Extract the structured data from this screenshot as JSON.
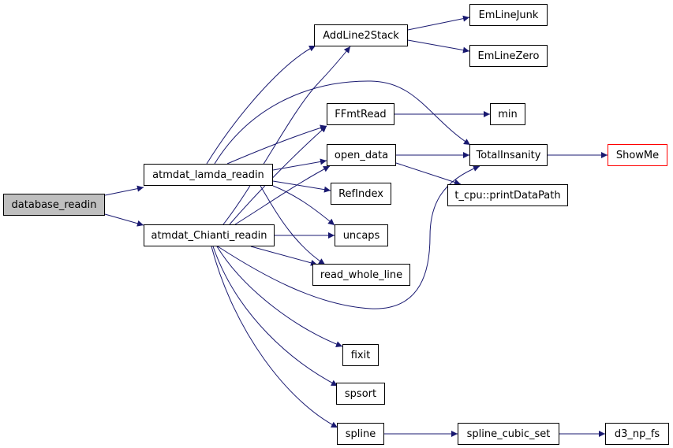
{
  "colors": {
    "edge": "#191970",
    "box_border": "#000000",
    "root_fill": "#bfbfbf",
    "highlight_border": "#ff0000"
  },
  "nodes": {
    "database_readin": "database_readin",
    "atmdat_lamda_readin": "atmdat_lamda_readin",
    "atmdat_Chianti_readin": "atmdat_Chianti_readin",
    "AddLine2Stack": "AddLine2Stack",
    "EmLineJunk": "EmLineJunk",
    "EmLineZero": "EmLineZero",
    "FFmtRead": "FFmtRead",
    "min": "min",
    "open_data": "open_data",
    "TotalInsanity": "TotalInsanity",
    "ShowMe": "ShowMe",
    "t_cpu_printDataPath": "t_cpu::printDataPath",
    "RefIndex": "RefIndex",
    "uncaps": "uncaps",
    "read_whole_line": "read_whole_line",
    "fixit": "fixit",
    "spsort": "spsort",
    "spline": "spline",
    "spline_cubic_set": "spline_cubic_set",
    "d3_np_fs": "d3_np_fs"
  },
  "edges": [
    [
      "database_readin",
      "atmdat_lamda_readin"
    ],
    [
      "database_readin",
      "atmdat_Chianti_readin"
    ],
    [
      "atmdat_lamda_readin",
      "AddLine2Stack"
    ],
    [
      "atmdat_lamda_readin",
      "TotalInsanity"
    ],
    [
      "atmdat_lamda_readin",
      "FFmtRead"
    ],
    [
      "atmdat_lamda_readin",
      "open_data"
    ],
    [
      "atmdat_lamda_readin",
      "RefIndex"
    ],
    [
      "atmdat_lamda_readin",
      "uncaps"
    ],
    [
      "atmdat_lamda_readin",
      "read_whole_line"
    ],
    [
      "atmdat_Chianti_readin",
      "AddLine2Stack"
    ],
    [
      "atmdat_Chianti_readin",
      "FFmtRead"
    ],
    [
      "atmdat_Chianti_readin",
      "open_data"
    ],
    [
      "atmdat_Chianti_readin",
      "TotalInsanity"
    ],
    [
      "atmdat_Chianti_readin",
      "uncaps"
    ],
    [
      "atmdat_Chianti_readin",
      "read_whole_line"
    ],
    [
      "atmdat_Chianti_readin",
      "fixit"
    ],
    [
      "atmdat_Chianti_readin",
      "spsort"
    ],
    [
      "atmdat_Chianti_readin",
      "spline"
    ],
    [
      "AddLine2Stack",
      "EmLineJunk"
    ],
    [
      "AddLine2Stack",
      "EmLineZero"
    ],
    [
      "FFmtRead",
      "min"
    ],
    [
      "open_data",
      "TotalInsanity"
    ],
    [
      "open_data",
      "t_cpu_printDataPath"
    ],
    [
      "TotalInsanity",
      "ShowMe"
    ],
    [
      "spline",
      "spline_cubic_set"
    ],
    [
      "spline_cubic_set",
      "d3_np_fs"
    ]
  ]
}
